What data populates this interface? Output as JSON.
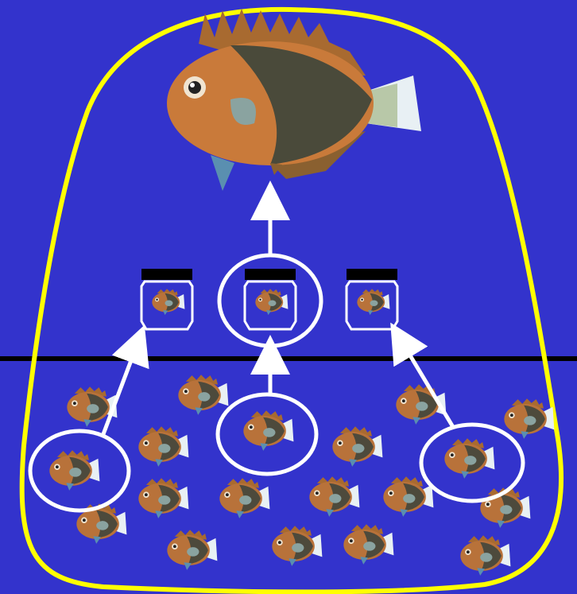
{
  "colors": {
    "background": "#3333cc",
    "boundary": "#ffff00",
    "surface_line": "#000000",
    "highlight": "#ffffff",
    "fish_body": "#c97a3a",
    "fish_dark": "#4a4a3a",
    "fish_tail": "#e8f0f4"
  },
  "icons": {
    "adult_fish": "angelfish-illustration",
    "small_fish": "angelfish-small",
    "jar": "specimen-jar",
    "arrow": "up-arrow"
  },
  "jars": [
    {
      "id": "jar-left",
      "highlighted": false
    },
    {
      "id": "jar-center",
      "highlighted": true
    },
    {
      "id": "jar-right",
      "highlighted": false
    }
  ]
}
